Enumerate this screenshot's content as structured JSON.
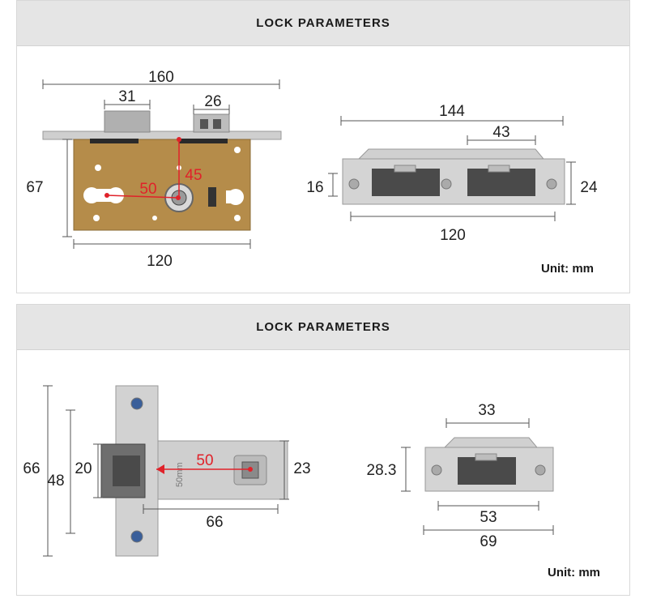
{
  "panels": [
    {
      "title": "LOCK  PARAMETERS",
      "unit_label": "Unit: mm",
      "mortise_body": {
        "width": "160",
        "cylinder_hole": "31",
        "latch": "26",
        "height": "67",
        "bottom_width": "120",
        "backset": "50",
        "center": "45"
      },
      "strike_plate": {
        "length": "144",
        "opening": "43",
        "left_height": "16",
        "right_height": "24",
        "bottom_width": "120"
      }
    },
    {
      "title": "LOCK  PARAMETERS",
      "unit_label": "Unit: mm",
      "tubular_latch": {
        "plate_height": "66",
        "inner_height": "48",
        "bolt_height": "20",
        "backset": "50",
        "body_height": "23",
        "body_length": "66",
        "stamp": "50mm"
      },
      "small_strike": {
        "top_width": "33",
        "height": "28.3",
        "opening_width": "53",
        "total_width": "69"
      }
    }
  ],
  "colors": {
    "header_bg": "#e5e5e5",
    "brass": "#b58c4a",
    "steel": "#c9c9c9",
    "accent_red": "#e0222a"
  }
}
